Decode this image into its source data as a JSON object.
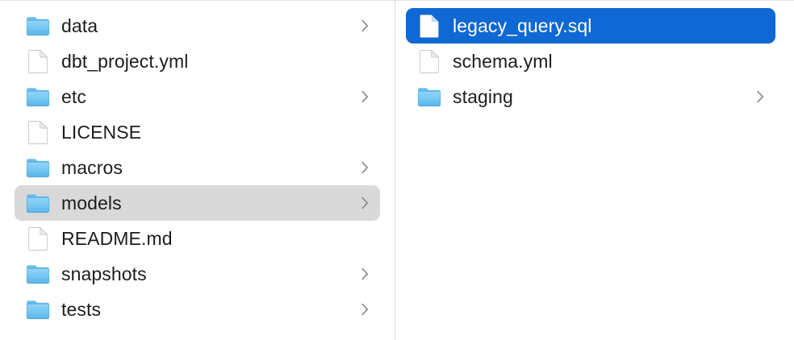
{
  "window": {
    "view_mode": "column",
    "accent_color": "#1068d4",
    "inactive_selection_color": "#d9d9d9",
    "background_color": "#ffffff",
    "divider_color": "#dcdcdc",
    "text_color": "#1d1d1f",
    "selected_text_color": "#ffffff"
  },
  "columns": [
    {
      "name": "parent-column",
      "items": [
        {
          "label": "data",
          "kind": "folder",
          "icon": "folder-icon",
          "has_chevron": true,
          "selected": "none"
        },
        {
          "label": "dbt_project.yml",
          "kind": "document",
          "icon": "document-icon",
          "has_chevron": false,
          "selected": "none"
        },
        {
          "label": "etc",
          "kind": "folder",
          "icon": "folder-icon",
          "has_chevron": true,
          "selected": "none"
        },
        {
          "label": "LICENSE",
          "kind": "document",
          "icon": "document-icon",
          "has_chevron": false,
          "selected": "none"
        },
        {
          "label": "macros",
          "kind": "folder",
          "icon": "folder-icon",
          "has_chevron": true,
          "selected": "none"
        },
        {
          "label": "models",
          "kind": "folder",
          "icon": "folder-icon",
          "has_chevron": true,
          "selected": "inactive"
        },
        {
          "label": "README.md",
          "kind": "document",
          "icon": "document-icon",
          "has_chevron": false,
          "selected": "none"
        },
        {
          "label": "snapshots",
          "kind": "folder",
          "icon": "folder-icon",
          "has_chevron": true,
          "selected": "none"
        },
        {
          "label": "tests",
          "kind": "folder",
          "icon": "folder-icon",
          "has_chevron": true,
          "selected": "none"
        }
      ]
    },
    {
      "name": "child-column",
      "items": [
        {
          "label": "legacy_query.sql",
          "kind": "document",
          "icon": "document-icon",
          "has_chevron": false,
          "selected": "active"
        },
        {
          "label": "schema.yml",
          "kind": "document",
          "icon": "document-icon",
          "has_chevron": false,
          "selected": "none"
        },
        {
          "label": "staging",
          "kind": "folder",
          "icon": "folder-icon",
          "has_chevron": true,
          "selected": "none"
        }
      ]
    }
  ]
}
